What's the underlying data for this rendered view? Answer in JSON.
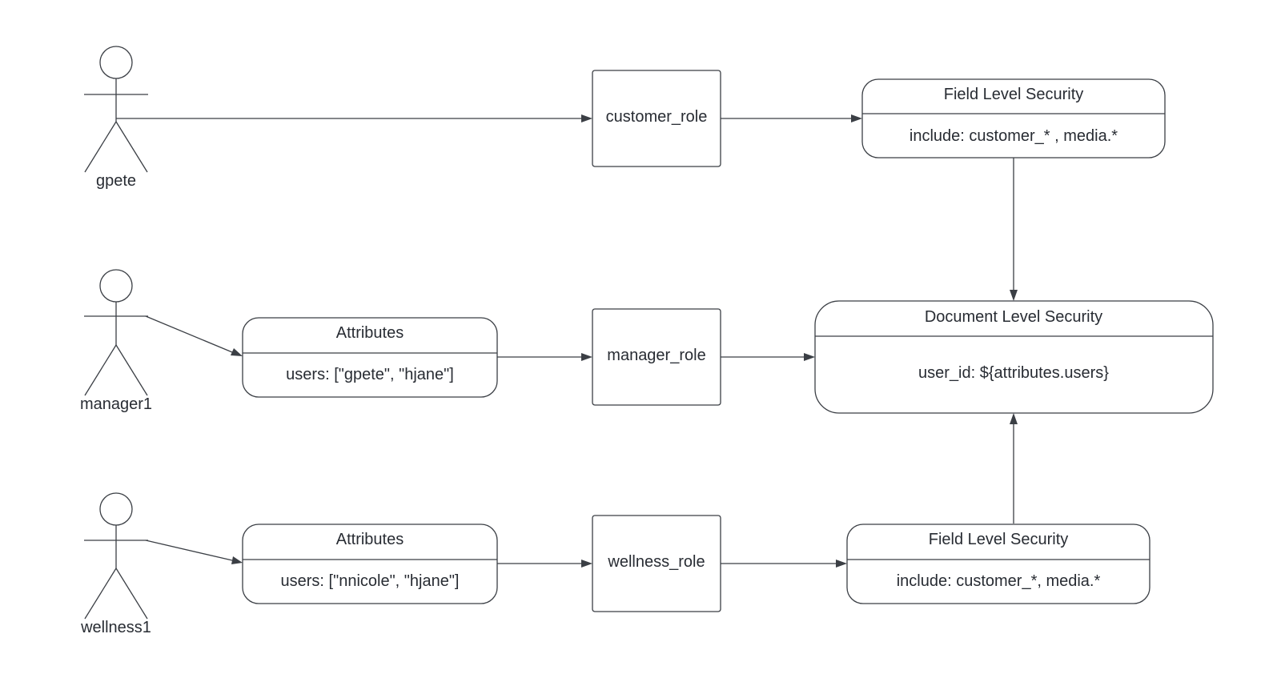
{
  "actors": [
    {
      "id": "gpete",
      "label": "gpete"
    },
    {
      "id": "manager1",
      "label": "manager1"
    },
    {
      "id": "wellness1",
      "label": "wellness1"
    }
  ],
  "roles": {
    "customer": "customer_role",
    "manager": "manager_role",
    "wellness": "wellness_role"
  },
  "attributes": {
    "manager": {
      "title": "Attributes",
      "body": "users: [\"gpete\", \"hjane\"]"
    },
    "wellness": {
      "title": "Attributes",
      "body": "users: [\"nnicole\", \"hjane\"]"
    }
  },
  "field_level_security": {
    "top": {
      "title": "Field Level Security",
      "body": "include: customer_* , media.*"
    },
    "bottom": {
      "title": "Field Level Security",
      "body": "include: customer_*, media.*"
    }
  },
  "document_level_security": {
    "title": "Document Level Security",
    "body": "user_id: ${attributes.users}"
  },
  "colors": {
    "stroke": "#3b3f45",
    "text": "#282c33",
    "background": "#ffffff"
  }
}
